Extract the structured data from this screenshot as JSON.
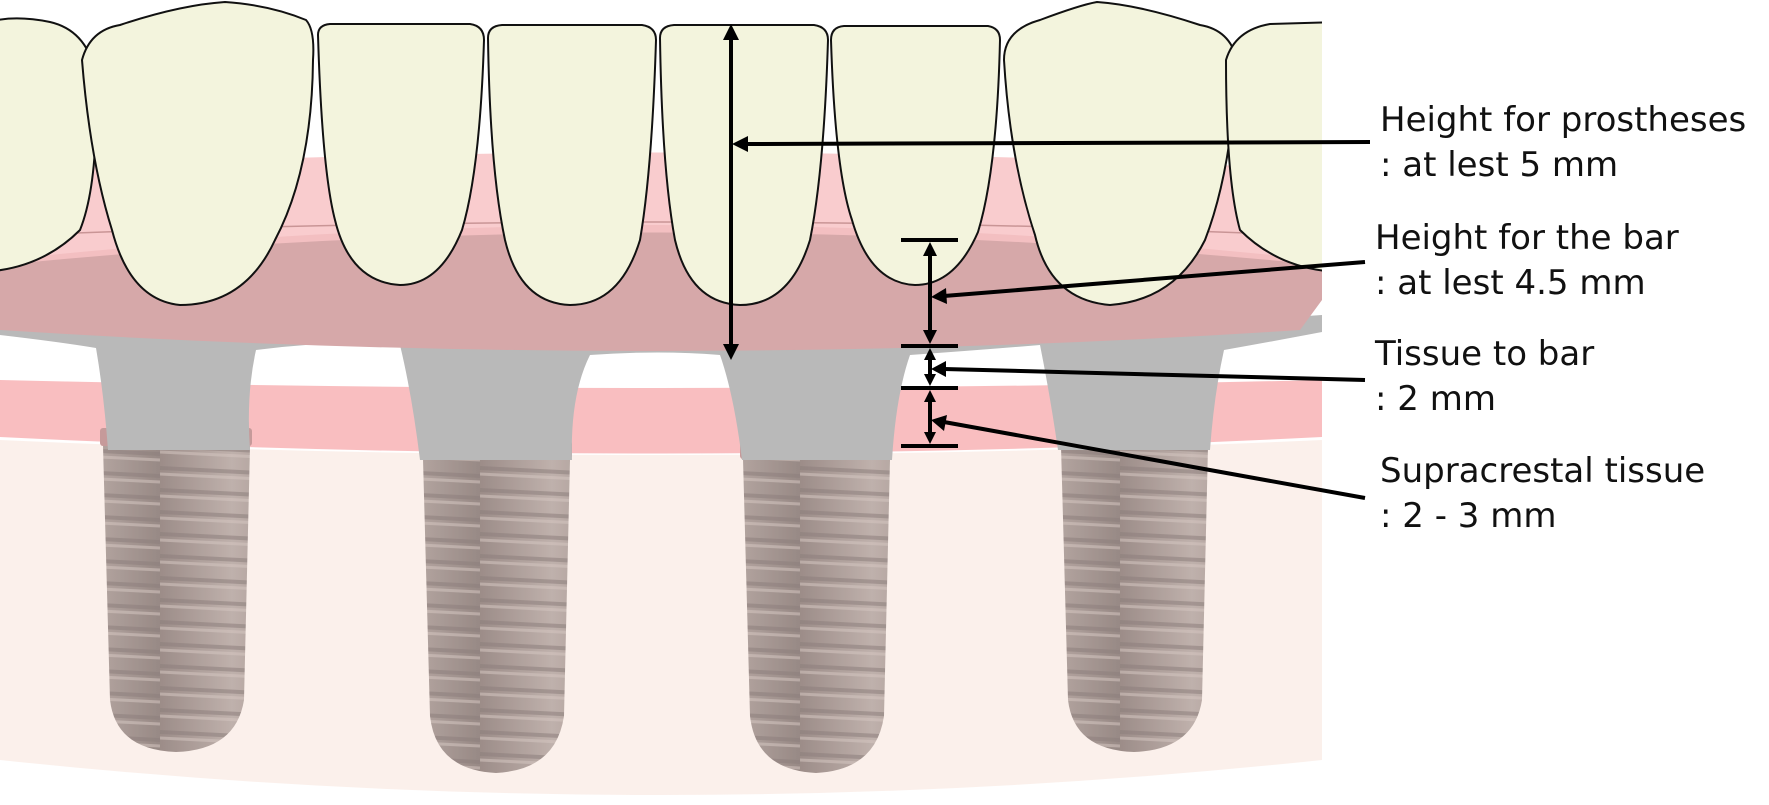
{
  "labels": [
    {
      "id": "prostheses",
      "title": "Height for prostheses",
      "value": ": at lest 5 mm"
    },
    {
      "id": "bar",
      "title": "Height for the bar",
      "value": ": at lest 4.5 mm"
    },
    {
      "id": "tissue-to-bar",
      "title": "Tissue to bar",
      "value": ": 2 mm"
    },
    {
      "id": "supracrestal",
      "title": "Supracrestal tissue",
      "value": ": 2 - 3 mm"
    }
  ],
  "colors": {
    "tooth_fill": "#f3f4dd",
    "tooth_stroke": "#111111",
    "gingiva_pink": "#f8b8bb",
    "gingiva_dark": "#d6a8a9",
    "bar_gray": "#b9b9b9",
    "bone_fill": "#fbefea",
    "implant_gray": "#a99a95",
    "line": "#000000"
  }
}
